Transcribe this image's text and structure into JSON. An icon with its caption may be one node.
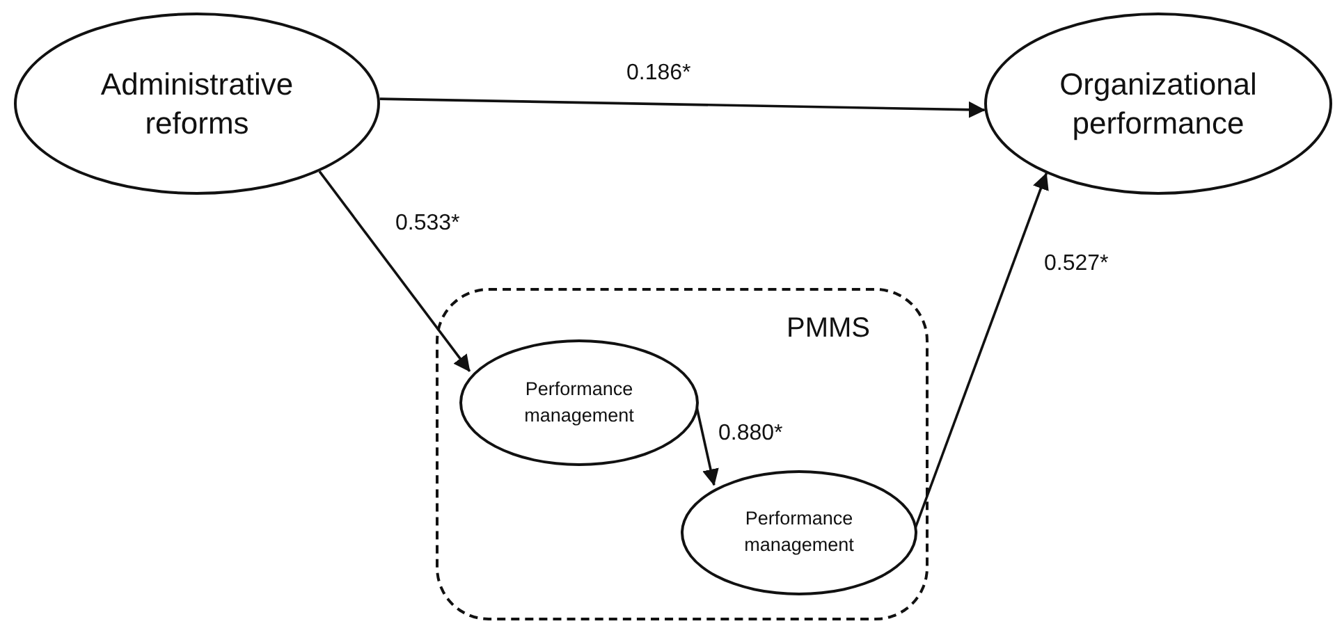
{
  "diagram": {
    "nodes": [
      {
        "text": [
          "Administrative reforms"
        ]
      },
      {
        "text": [
          "Organizational performance"
        ]
      },
      {
        "text": [
          "PMMS"
        ]
      },
      {
        "text": [
          "Performance management"
        ],
        "in": 2
      },
      {
        "text": [
          "Performance management"
        ],
        "in": 2
      }
    ],
    "edges": [
      {
        "from": 0,
        "to": 1,
        "arrow": "to",
        "label": "0.186*"
      },
      {
        "from": 0,
        "to": 3,
        "arrow": "to",
        "label": "0.533*"
      },
      {
        "from": 3,
        "to": 4,
        "arrow": "to",
        "label": "0.880*"
      },
      {
        "from": 4,
        "to": 1,
        "arrow": "to",
        "label": "0.527*"
      }
    ]
  }
}
